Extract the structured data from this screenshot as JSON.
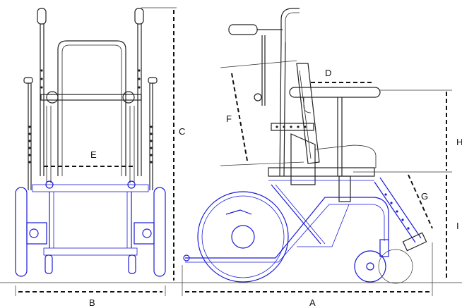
{
  "diagram": {
    "dimension_labels": {
      "A": "A",
      "B": "B",
      "C": "C",
      "D": "D",
      "E": "E",
      "F": "F",
      "G": "G",
      "H": "H",
      "I": "I"
    },
    "colors": {
      "frame_line": "#222222",
      "wheel_line": "#1a1ad8",
      "dimension_line": "#111111"
    }
  }
}
